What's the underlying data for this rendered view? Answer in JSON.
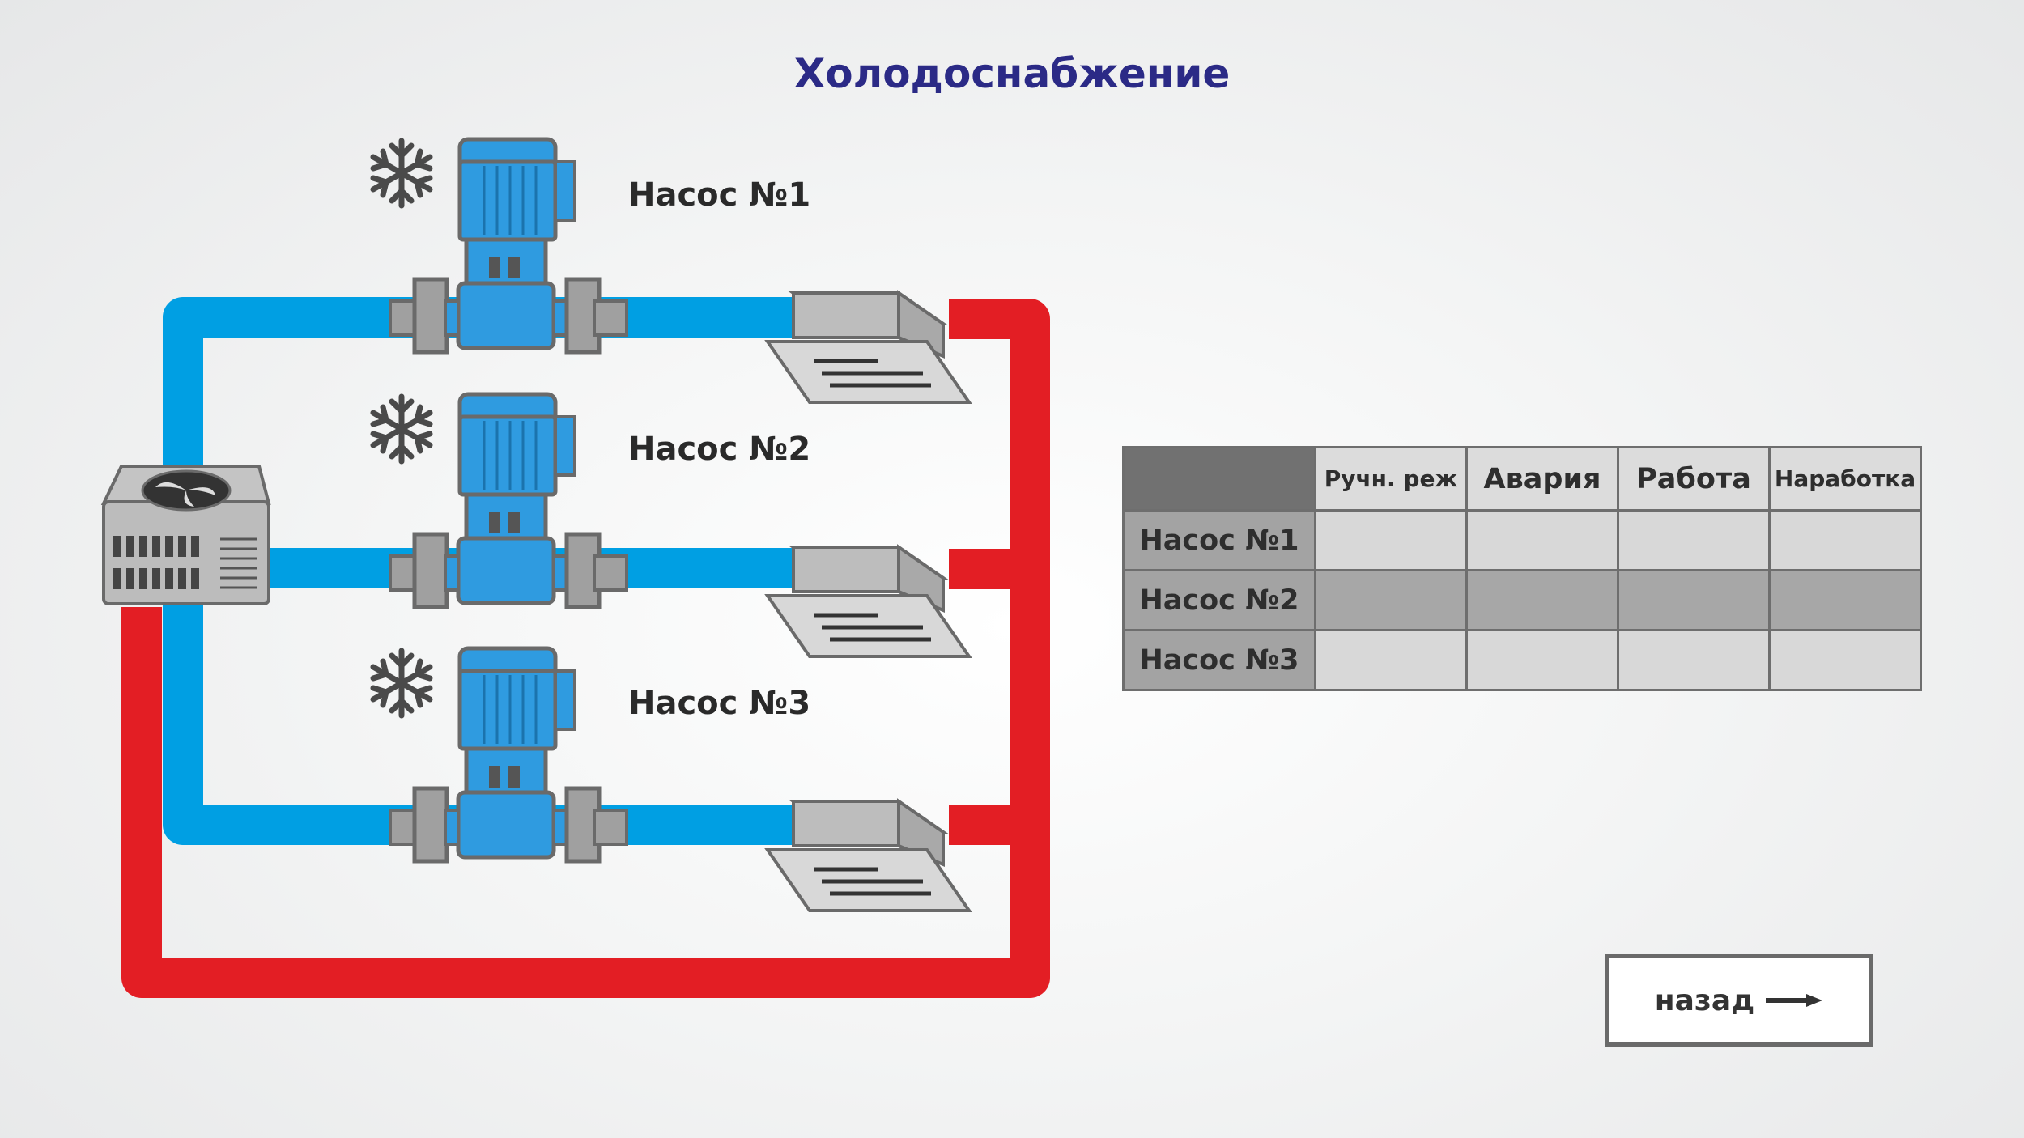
{
  "page": {
    "title": "Холодоснабжение"
  },
  "pumps": [
    {
      "label": "Насос №1",
      "icon": "snowflake-icon"
    },
    {
      "label": "Насос №2",
      "icon": "snowflake-icon"
    },
    {
      "label": "Насос №3",
      "icon": "snowflake-icon"
    }
  ],
  "table": {
    "columns": [
      "Ручн. реж",
      "Авария",
      "Работа",
      "Наработка"
    ],
    "rows": [
      {
        "name": "Насос №1",
        "cells": [
          "",
          "",
          "",
          ""
        ]
      },
      {
        "name": "Насос №2",
        "cells": [
          "",
          "",
          "",
          ""
        ]
      },
      {
        "name": "Насос №3",
        "cells": [
          "",
          "",
          "",
          ""
        ]
      }
    ]
  },
  "navigation": {
    "back_label": "назад",
    "back_icon": "arrow-right-icon"
  },
  "colors": {
    "cold_pipe": "#009fe3",
    "hot_pipe": "#e31e24",
    "title": "#2b2a86",
    "pump_body": "#2f9be0",
    "flange": "#a0a0a0"
  }
}
